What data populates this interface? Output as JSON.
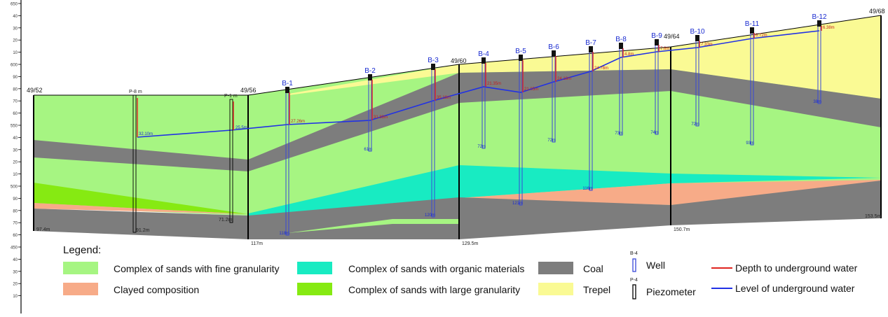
{
  "colors": {
    "fine_sand": "#a6f582",
    "clay": "#f7ab88",
    "organic_sand": "#18ebc2",
    "coarse_sand": "#86ea12",
    "coal": "#7d7d7d",
    "trepel": "#fafa94",
    "water_level": "#2131e5",
    "water_depth": "#e0241f",
    "well": "#3848d8"
  },
  "axis_labels": [
    "650",
    "40",
    "30",
    "20",
    "10",
    "600",
    "90",
    "80",
    "70",
    "60",
    "550",
    "40",
    "30",
    "20",
    "10",
    "500",
    "90",
    "80",
    "70",
    "60",
    "450",
    "40",
    "30",
    "20",
    "10"
  ],
  "sections": [
    {
      "label": "49/52",
      "depth": "97.4m"
    },
    {
      "label": "49/56",
      "depth": "117m"
    },
    {
      "label": "49/60",
      "depth": "129.5m"
    },
    {
      "label": "49/64",
      "depth": "150.7m"
    },
    {
      "label": "49/68",
      "depth": "153.5m"
    }
  ],
  "piezometers": [
    {
      "label": "P-8 m",
      "water": "32.10m",
      "depth": "91.2m"
    },
    {
      "label": "P-1 m",
      "water": "25.5m",
      "depth": "71.2m"
    }
  ],
  "wells": [
    {
      "label": "B-1",
      "water": "27.26m",
      "depth": "118m"
    },
    {
      "label": "B-2",
      "water": "31.88m",
      "depth": "61m"
    },
    {
      "label": "B-3",
      "water": "35.18m",
      "depth": "120m"
    },
    {
      "label": "B-4",
      "water": "21.35m",
      "depth": "72m"
    },
    {
      "label": "B-5",
      "water": "21.05m",
      "depth": "121m"
    },
    {
      "label": "B-6",
      "water": "24.18m",
      "depth": "72m"
    },
    {
      "label": "B-7",
      "water": "24.78m",
      "depth": "116m"
    },
    {
      "label": "B-8",
      "water": "4.8m",
      "depth": "73m"
    },
    {
      "label": "B-9",
      "water": "7.6m",
      "depth": "74m"
    },
    {
      "label": "B-10",
      "water": "7.33m",
      "depth": "72m"
    },
    {
      "label": "B-11",
      "water": "6.72m",
      "depth": "93m"
    },
    {
      "label": "B-12",
      "water": "6.38m",
      "depth": "38m"
    }
  ],
  "legend": {
    "title": "Legend:",
    "items": {
      "fine_sand": "Complex of sands with fine granularity",
      "clay": "Clayed composition",
      "organic_sand": "Complex of sands with organic materials",
      "coarse_sand": "Complex of sands with large granularity",
      "coal": "Coal",
      "trepel": "Trepel",
      "well": "Well",
      "piezometer": "Piezometer",
      "depth_water": "Depth to underground water",
      "level_water": "Level of underground water"
    },
    "well_sample": "B-4",
    "piezo_sample": "P-4"
  }
}
